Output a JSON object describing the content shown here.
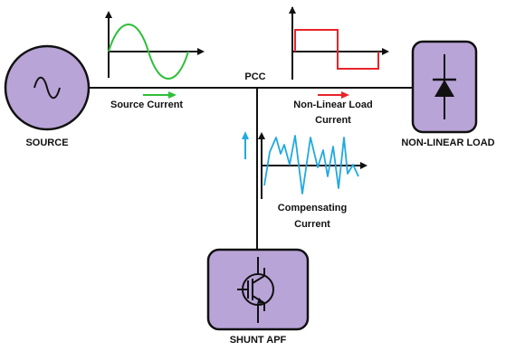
{
  "labels": {
    "source": "SOURCE",
    "source_current": "Source Current",
    "pcc": "PCC",
    "nonlinear_current_line1": "Non-Linear Load",
    "nonlinear_current_line2": "Current",
    "nonlinear_load": "NON-LINEAR LOAD",
    "compensating_line1": "Compensating",
    "compensating_line2": "Current",
    "shunt_apf": "SHUNT APF"
  },
  "colors": {
    "line": "#111111",
    "box_fill": "#b9a4d8",
    "source_wave": "#2fbf3a",
    "load_wave": "#e8232a",
    "compensating_wave": "#21a9e1",
    "source_arrow": "#2fbf3a",
    "load_arrow": "#e8232a",
    "compensating_arrow": "#21a9e1"
  },
  "icons": {
    "source": "ac-sine-source-icon",
    "load": "diode-icon",
    "apf": "igbt-transistor-icon"
  }
}
